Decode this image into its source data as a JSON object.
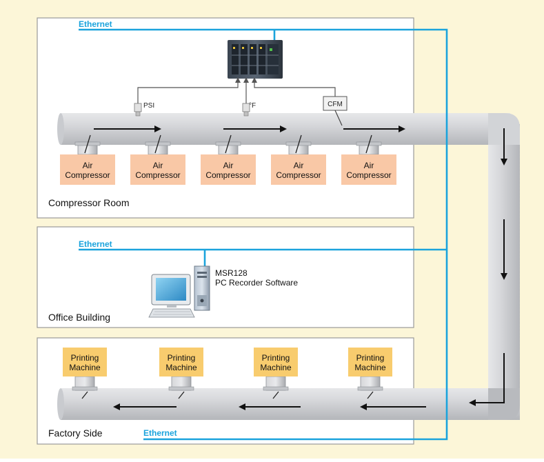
{
  "ethernet_label": "Ethernet",
  "rooms": {
    "compressor": "Compressor Room",
    "office": "Office Building",
    "factory": "Factory Side"
  },
  "compressor_unit": {
    "line1": "Air",
    "line2": "Compressor"
  },
  "printing_unit": {
    "line1": "Printing",
    "line2": "Machine"
  },
  "sensors": {
    "pressure": "PSI",
    "temperature": "°F",
    "flow": "CFM"
  },
  "recorder": {
    "line1": "MSR128",
    "line2": "PC Recorder Software"
  },
  "colors": {
    "background": "#fcf6d8",
    "ethernet": "#1aa3dc",
    "pipe": "#cfd1d4",
    "unit_fill": "#f9c8a6",
    "printer_fill": "#f8cc6e",
    "panel_border": "#9a9a9a"
  },
  "icons": {
    "controller": "plc-rack-icon",
    "computer": "desktop-computer-icon"
  }
}
